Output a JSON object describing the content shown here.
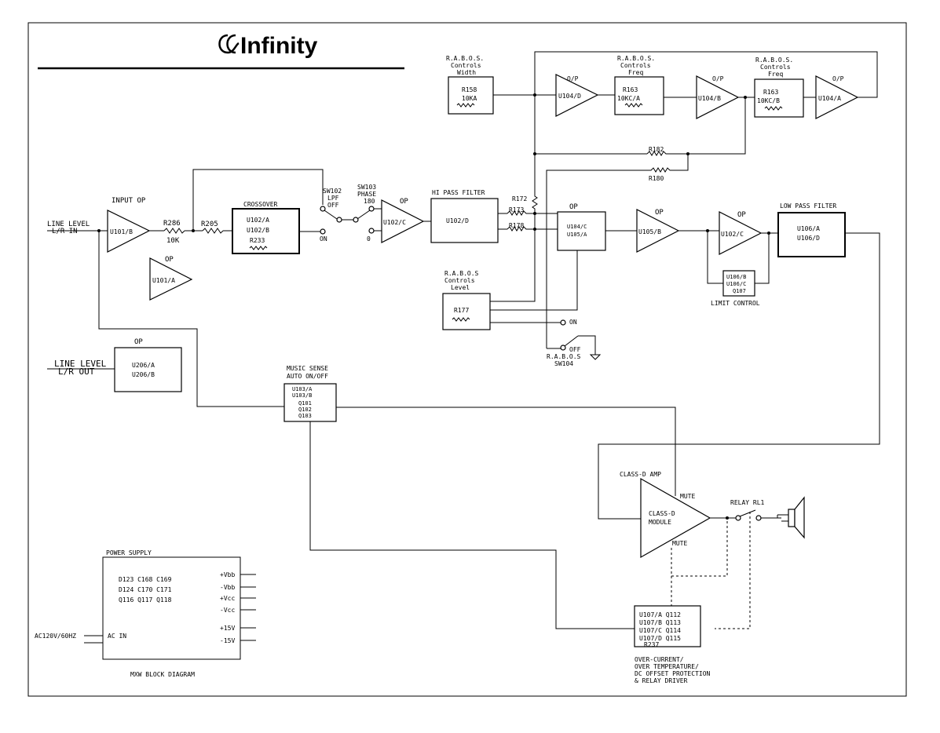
{
  "logo": {
    "brand": "Infinity"
  },
  "title": "MXW  BLOCK  DIAGRAM",
  "blocks": {
    "input_op": {
      "title": "INPUT OP",
      "label": "U101/B"
    },
    "op_u101a": {
      "title": "OP",
      "label": "U101/A"
    },
    "r286": {
      "name": "R286",
      "value": "10K"
    },
    "r205": {
      "name": "R205"
    },
    "crossover": {
      "title": "CROSSOVER",
      "lines": [
        "U102/A",
        "U102/B",
        "R233"
      ]
    },
    "sw102": {
      "lines": [
        "SW102",
        "LPF",
        "OFF"
      ],
      "on": "ON"
    },
    "sw103": {
      "lines": [
        "SW103",
        "PHASE",
        "180"
      ],
      "zero": "0"
    },
    "op_u102c": {
      "title": "OP",
      "label": "U102/C"
    },
    "hpf": {
      "title": "HI PASS FILTER",
      "label": "U102/D"
    },
    "r172": "R172",
    "r173": "R173",
    "r178": "R178",
    "u104c": {
      "title": "OP",
      "lines": [
        "U104/C",
        "U105/A"
      ]
    },
    "op_u105b": {
      "title": "OP",
      "label": "U105/B"
    },
    "op_u102c2": {
      "title": "OP",
      "label": "U102/C"
    },
    "lpf": {
      "title": "LOW PASS FILTER",
      "lines": [
        "U106/A",
        "U106/D"
      ]
    },
    "limit": {
      "lines": [
        "U106/B",
        "U106/C",
        "Q107"
      ],
      "caption": "LIMIT CONTROL"
    },
    "width": {
      "caption": [
        "R.A.B.O.S.",
        "Controls",
        "Width"
      ],
      "name": "R158",
      "value": "10KA"
    },
    "op_u104d": {
      "title": "O/P",
      "label": "U104/D"
    },
    "freq1": {
      "caption": [
        "R.A.B.O.S.",
        "Controls",
        "Freq"
      ],
      "name": "R163",
      "value": "10KC/A"
    },
    "op_u104b": {
      "title": "O/P",
      "label": "U104/B"
    },
    "freq2": {
      "caption": [
        "R.A.B.O.S.",
        "Controls",
        "Freq"
      ],
      "name": "R163",
      "value": "10KC/B"
    },
    "op_u104a": {
      "title": "O/P",
      "label": "U104/A"
    },
    "r182": "R182",
    "r180": "R180",
    "level": {
      "caption": [
        "R.A.B.O.S",
        "Controls",
        "Level"
      ],
      "name": "R177"
    },
    "sw104": {
      "on": "ON",
      "off": "OFF",
      "caption": [
        "R.A.B.O.S",
        "SW104"
      ]
    },
    "line_in": [
      "LINE LEVEL",
      "L/R IN"
    ],
    "line_out": [
      "LINE LEVEL",
      "L/R OUT"
    ],
    "out_op": {
      "title": "OP",
      "lines": [
        "U206/A",
        "U206/B"
      ]
    },
    "music_sense": {
      "caption": [
        "MUSIC SENSE",
        "AUTO ON/OFF"
      ],
      "lines": [
        "U103/A",
        "U103/B",
        "Q101",
        "Q102",
        "Q103"
      ]
    },
    "class_d": {
      "caption": "CLASS-D AMP",
      "lines": [
        "CLASS-D",
        "MODULE"
      ],
      "mute_top": "MUTE",
      "mute_bottom": "MUTE"
    },
    "relay": "RELAY RL1",
    "protection": {
      "lines": [
        "U107/A Q112",
        "U107/B Q113",
        "U107/C Q114",
        "U107/D Q115",
        "R237"
      ],
      "caption": [
        "OVER-CURRENT/",
        "OVER TEMPERATURE/",
        "DC OFFSET PROTECTION",
        "& RELAY DRIVER"
      ]
    },
    "power_supply": {
      "title": "POWER SUPPLY",
      "lines": [
        "D123 C168 C169",
        "D124 C170 C171",
        "Q116 Q117 Q118"
      ],
      "ac_in": "AC IN",
      "rails": [
        "+Vbb",
        "-Vbb",
        "+Vcc",
        "-Vcc",
        "+15V",
        "-15V"
      ]
    },
    "ac_input": "AC120V/60HZ"
  }
}
